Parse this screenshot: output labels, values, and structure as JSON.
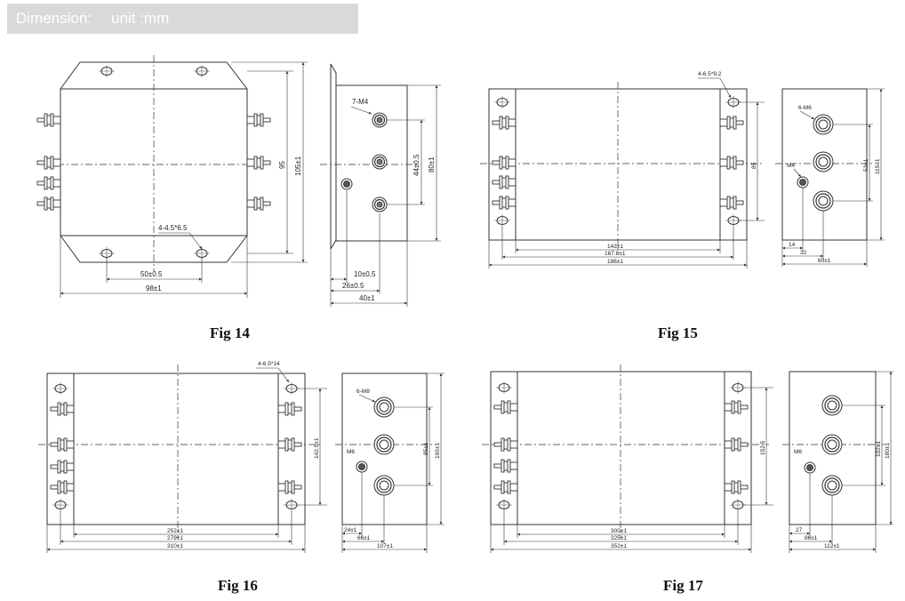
{
  "header": {
    "label": "Dimension:",
    "unit": "unit :mm"
  },
  "figures": {
    "fig14": {
      "caption": "Fig 14",
      "labels": {
        "holes": "4-4.5*6.5",
        "height_inner": "95",
        "height_outer": "105±1",
        "width_inner": "50±0.5",
        "width_outer": "98±1",
        "studs": "7-M4",
        "side_h1": "44±0.5",
        "side_h2": "80±1",
        "side_w1": "10±0.5",
        "side_w2": "26±0.5",
        "side_w3": "40±1"
      }
    },
    "fig15": {
      "caption": "Fig 15",
      "labels": {
        "holes": "4-6.5*9.2",
        "height": "85",
        "w1": "143±1",
        "w2": "167.8±1",
        "w3": "186±1",
        "studs": "6-M6",
        "ground": "M4",
        "side_h1": "53±1",
        "side_h2": "115±1",
        "side_w1": "14",
        "side_w2": "32",
        "side_w3": "60±1"
      }
    },
    "fig16": {
      "caption": "Fig 16",
      "labels": {
        "holes": "4-6.5*14",
        "height": "142.5±1",
        "w1": "252±1",
        "w2": "279±1",
        "w3": "310±1",
        "studs": "6-M8",
        "ground": "M6",
        "side_h1": "85±1",
        "side_h2": "165±1",
        "side_w1": "24±1",
        "side_w2": "66±1",
        "side_w3": "107±1"
      }
    },
    "fig17": {
      "caption": "Fig 17",
      "labels": {
        "height": "152.5",
        "w1": "300±1",
        "w2": "325±1",
        "w3": "352±1",
        "ground": "M6",
        "side_h1": "102±1",
        "side_h2": "180±1",
        "side_w1": "27",
        "side_w2": "86±1",
        "side_w3": "112±1"
      }
    }
  }
}
